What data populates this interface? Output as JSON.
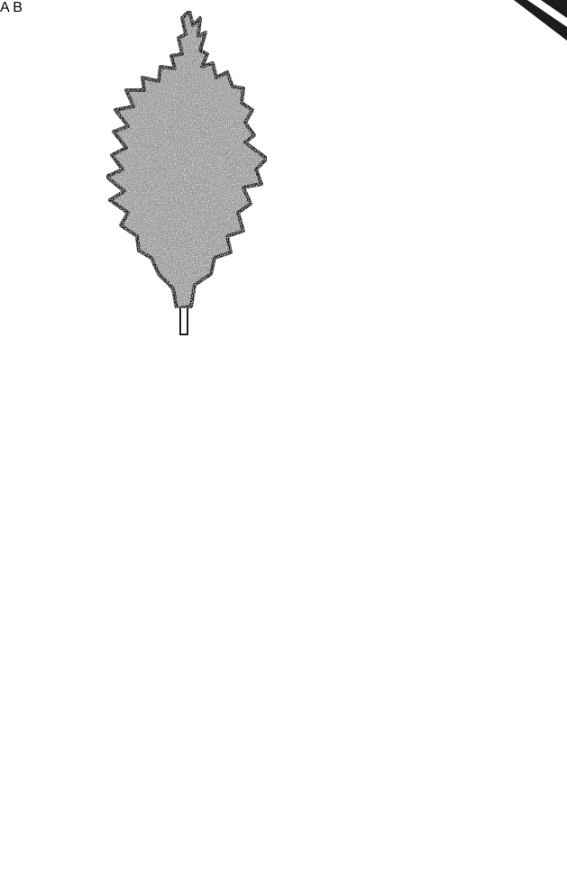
{
  "diagram": {
    "labels": {
      "a": "A",
      "b": "B"
    },
    "colors": {
      "ink": "#1c1c1c",
      "foliage": "#9a9a9a",
      "foliage_speckle": "#e6e6e6",
      "guide_line": "#c0392b",
      "stand": "#ffffff",
      "detail_ground": "#8c8c8c"
    },
    "icons": {
      "arrow_down": "arrow-down-icon",
      "tree_section_top": "tree-top-section",
      "tree_section_middle": "tree-middle-section",
      "tree_stand": "tree-stand",
      "detail_view": "pole-alignment-detail"
    }
  }
}
